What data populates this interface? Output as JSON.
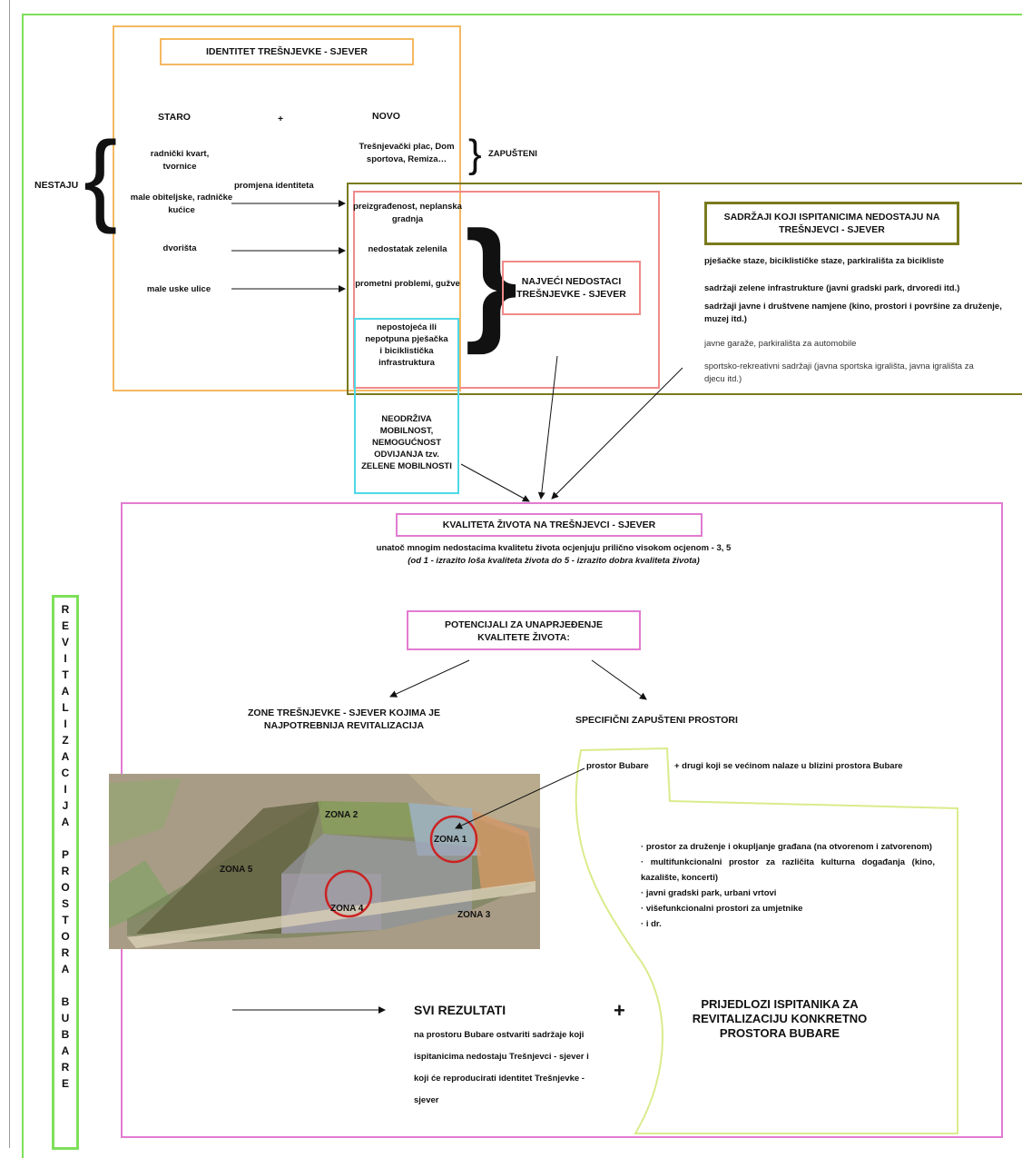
{
  "identitet": {
    "title": "IDENTITET TREŠNJEVKE - SJEVER",
    "staro": "STARO",
    "plus": "+",
    "novo": "NOVO",
    "nestaju": "NESTAJU",
    "staro_items": [
      "radnički kvart, tvornice",
      "male obiteljske, radničke kućice",
      "dvorišta",
      "male uske ulice"
    ],
    "promjena": "promjena identiteta",
    "novo_places": "Trešnjevački plac, Dom sportova, Remiza…",
    "zapusteni": "ZAPUŠTENI"
  },
  "nedostaci": {
    "items": [
      "preizgrađenost, neplanska gradnja",
      "nedostatak zelenila",
      "prometni problemi, gužve",
      "nepostojeća ili nepotpuna pješačka i biciklistička infrastruktura"
    ],
    "title": "NAJVEĆI NEDOSTACI TREŠNJEVKE - SJEVER",
    "mobilnost": "NEODRŽIVA MOBILNOST, NEMOGUĆNOST ODVIJANJA tzv. ZELENE MOBILNOSTI"
  },
  "sadrzaji": {
    "title": "SADRŽAJI KOJI ISPITANICIMA NEDOSTAJU NA TREŠNJEVCI - SJEVER",
    "items": [
      "pješačke staze, biciklističke staze, parkirališta za bicikliste",
      "sadržaji zelene infrastrukture (javni gradski park, drvoredi itd.)",
      "sadržaji javne i društvene namjene (kino, prostori i površine za druženje, muzej itd.)",
      "javne garaže, parkirališta za automobile",
      "sportsko-rekreativni sadržaji (javna sportska igrališta, javna igrališta za djecu itd.)"
    ]
  },
  "kvaliteta": {
    "title": "KVALITETA ŽIVOTA NA TREŠNJEVCI - SJEVER",
    "line1": "unatoč mnogim nedostacima kvalitetu života ocjenjuju prilično visokom ocjenom - 3, 5",
    "line2": "(od 1 - izrazito loša kvaliteta života do 5 - izrazito dobra kvaliteta života)",
    "potencijali": "POTENCIJALI ZA UNAPRJEĐENJE KVALITETE ŽIVOTA:",
    "zone_heading": "ZONE TREŠNJEVKE - SJEVER KOJIMA JE NAJPOTREBNIJA REVITALIZACIJA",
    "specificni": "SPECIFIČNI ZAPUŠTENI PROSTORI",
    "bubare": "prostor Bubare",
    "drugi": "+ drugi koji se većinom nalaze u blizini prostora Bubare",
    "zones": [
      "ZONA 2",
      "ZONA 1",
      "ZONA 5",
      "ZONA 4",
      "ZONA 3"
    ],
    "bullets": [
      "prostor za druženje i okupljanje građana (na otvorenom i zatvorenom)",
      "multifunkcionalni prostor za različita kulturna događanja (kino, kazalište, koncerti)",
      "javni gradski park, urbani vrtovi",
      "višefunkcionalni prostori za umjetnike",
      "i dr."
    ],
    "svi_title": "SVI REZULTATI",
    "svi_text": "na prostoru Bubare ostvariti sadržaje koji ispitanicima nedostaju Trešnjevci - sjever i koji će reproducirati identitet Trešnjevke - sjever",
    "plus2": "+",
    "prijedlozi": "PRIJEDLOZI ISPITANIKA ZA REVITALIZACIJU KONKRETNO PROSTORA BUBARE"
  },
  "vertical": [
    "R",
    "E",
    "V",
    "I",
    "T",
    "A",
    "L",
    "I",
    "Z",
    "A",
    "C",
    "I",
    "J",
    "A",
    "",
    "P",
    "R",
    "O",
    "S",
    "T",
    "O",
    "R",
    "A",
    "",
    "B",
    "U",
    "B",
    "A",
    "R",
    "E"
  ],
  "colors": {
    "green": "#7ee05a",
    "orange": "#f4b860",
    "olive": "#7a7a1e",
    "red": "#f08a8a",
    "cyan": "#4fd8e8",
    "pink": "#e27bd1",
    "lime": "#d9ec8c"
  }
}
